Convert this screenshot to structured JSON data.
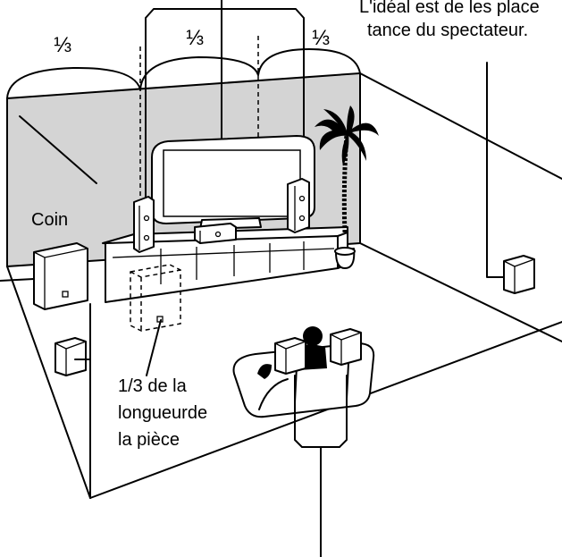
{
  "labels": {
    "fraction_glyph": "⅓",
    "corner": "Coin",
    "top_right_line1": "L'idéal est de les place",
    "top_right_line2": "tance du spectateur.",
    "third_line1": "1/3 de la",
    "third_line2": "longueurde",
    "third_line3": "la pièce"
  },
  "colors": {
    "wall": "#d4d4d4",
    "ink": "#000000",
    "paper": "#ffffff"
  },
  "icons": [
    "palm-plant-icon",
    "television-icon",
    "listener-icon"
  ]
}
